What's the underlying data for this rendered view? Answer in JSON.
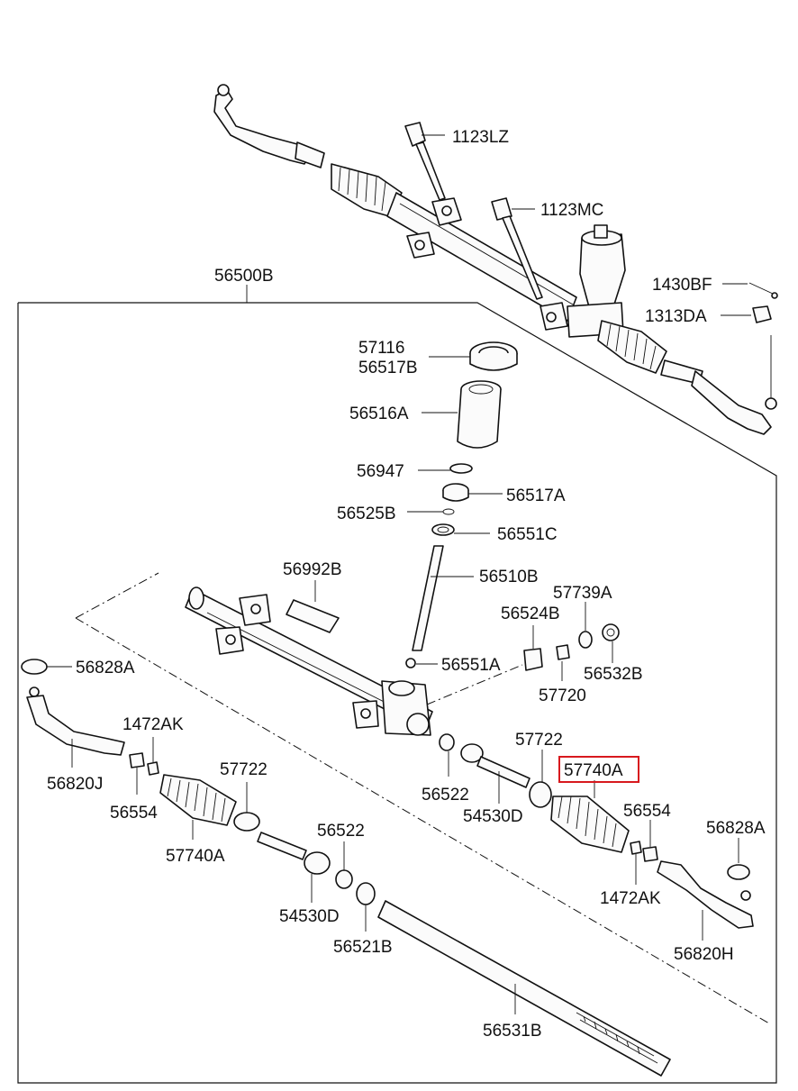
{
  "diagram": {
    "labels": [
      {
        "id": "l1123lz",
        "text": "1123LZ"
      },
      {
        "id": "l1123mc",
        "text": "1123MC"
      },
      {
        "id": "l56500b",
        "text": "56500B"
      },
      {
        "id": "l1430bf",
        "text": "1430BF"
      },
      {
        "id": "l1313da",
        "text": "1313DA"
      },
      {
        "id": "l57116",
        "text": "57116"
      },
      {
        "id": "l56517b",
        "text": "56517B"
      },
      {
        "id": "l56516a",
        "text": "56516A"
      },
      {
        "id": "l56947",
        "text": "56947"
      },
      {
        "id": "l56517a",
        "text": "56517A"
      },
      {
        "id": "l56525b",
        "text": "56525B"
      },
      {
        "id": "l56551c",
        "text": "56551C"
      },
      {
        "id": "l56992b",
        "text": "56992B"
      },
      {
        "id": "l56510b",
        "text": "56510B"
      },
      {
        "id": "l57739a",
        "text": "57739A"
      },
      {
        "id": "l56524b",
        "text": "56524B"
      },
      {
        "id": "l56828a_left",
        "text": "56828A"
      },
      {
        "id": "l56551a",
        "text": "56551A"
      },
      {
        "id": "l56532b",
        "text": "56532B"
      },
      {
        "id": "l57720",
        "text": "57720"
      },
      {
        "id": "l1472ak_left",
        "text": "1472AK"
      },
      {
        "id": "l57722_right",
        "text": "57722"
      },
      {
        "id": "l56820j",
        "text": "56820J"
      },
      {
        "id": "l57722_left",
        "text": "57722"
      },
      {
        "id": "l57740a_right",
        "text": "57740A"
      },
      {
        "id": "l56522_right",
        "text": "56522"
      },
      {
        "id": "l56554_left",
        "text": "56554"
      },
      {
        "id": "l54530d_right",
        "text": "54530D"
      },
      {
        "id": "l56554_right",
        "text": "56554"
      },
      {
        "id": "l56828a_right",
        "text": "56828A"
      },
      {
        "id": "l57740a_left",
        "text": "57740A"
      },
      {
        "id": "l56522_left",
        "text": "56522"
      },
      {
        "id": "l1472ak_right",
        "text": "1472AK"
      },
      {
        "id": "l54530d_left",
        "text": "54530D"
      },
      {
        "id": "l56521b",
        "text": "56521B"
      },
      {
        "id": "l56820h",
        "text": "56820H"
      },
      {
        "id": "l56531b",
        "text": "56531B"
      }
    ],
    "highlight_label": "57740A",
    "highlight_color": "#d8191e",
    "line_color": "#111111"
  }
}
